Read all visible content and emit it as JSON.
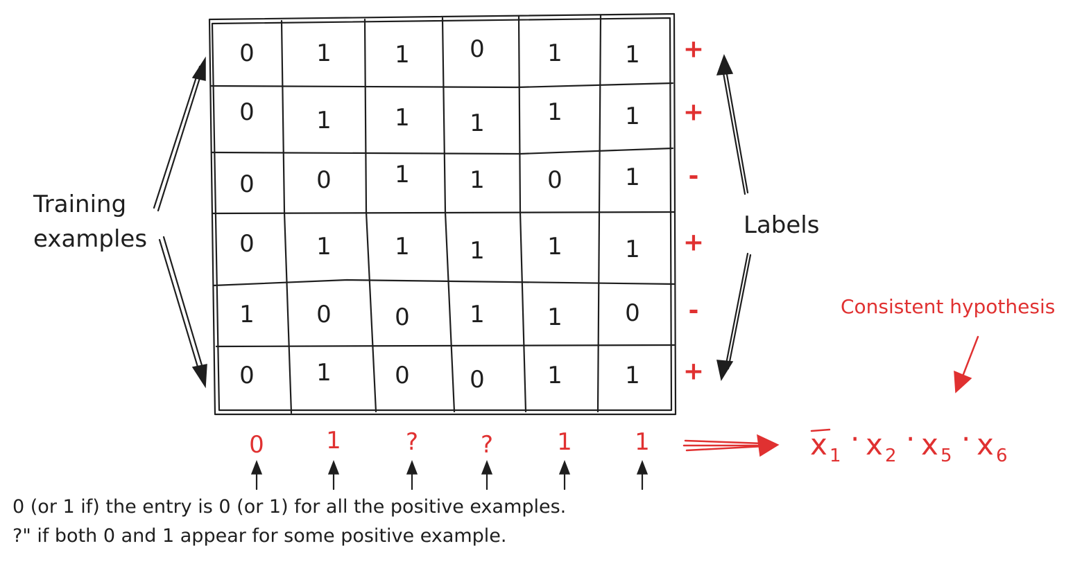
{
  "rows": [
    {
      "values": [
        "0",
        "1",
        "1",
        "0",
        "1",
        "1"
      ],
      "label": "+"
    },
    {
      "values": [
        "0",
        "1",
        "1",
        "1",
        "1",
        "1"
      ],
      "label": "+"
    },
    {
      "values": [
        "0",
        "0",
        "1",
        "1",
        "0",
        "1"
      ],
      "label": "-"
    },
    {
      "values": [
        "0",
        "1",
        "1",
        "1",
        "1",
        "1"
      ],
      "label": "+"
    },
    {
      "values": [
        "1",
        "0",
        "0",
        "1",
        "1",
        "0"
      ],
      "label": "-"
    },
    {
      "values": [
        "0",
        "1",
        "0",
        "0",
        "1",
        "1"
      ],
      "label": "+"
    }
  ],
  "summary": [
    "0",
    "1",
    "?",
    "?",
    "1",
    "1"
  ],
  "training_label": {
    "line1": "Training",
    "line2": "examples"
  },
  "labels_label": "Labels",
  "hypothesis_caption": "Consistent hypothesis",
  "hypothesis": [
    {
      "var": "x",
      "sub": "1",
      "negated": true
    },
    {
      "var": "x",
      "sub": "2",
      "negated": false
    },
    {
      "var": "x",
      "sub": "5",
      "negated": false
    },
    {
      "var": "x",
      "sub": "6",
      "negated": false
    }
  ],
  "hypothesis_separator": "·",
  "note_line1": "0 (or 1 if) the entry is 0 (or 1) for all the positive examples.",
  "note_line2": "?\" if both 0 and 1 appear for some positive example.",
  "colors": {
    "ink": "#1e1e1e",
    "accent": "#e03131",
    "background": "#ffffff"
  }
}
